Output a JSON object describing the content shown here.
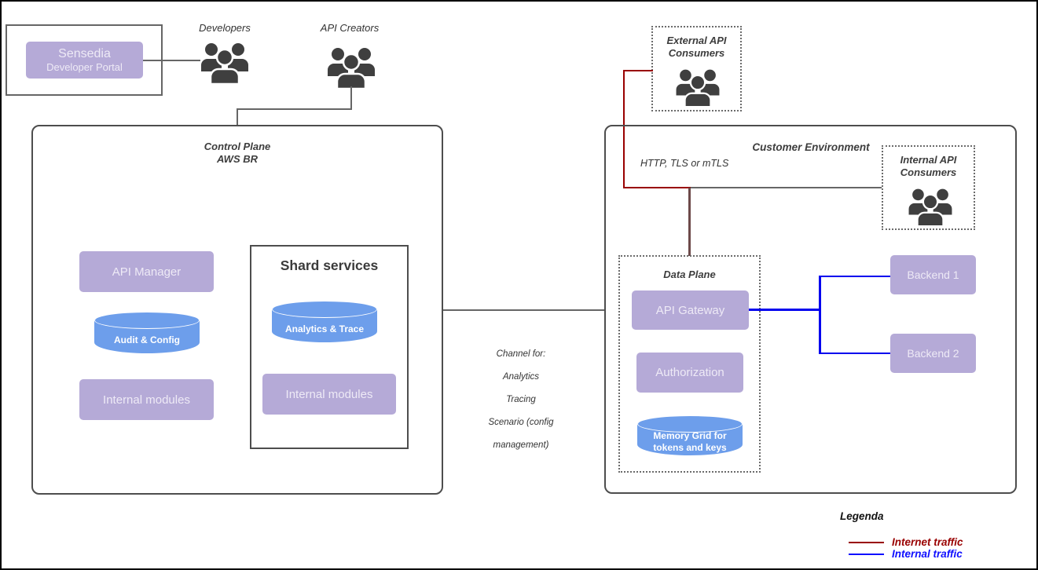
{
  "colors": {
    "box_purple": "#b5aad7",
    "cylinder_blue": "#6d9eeb",
    "internet_traffic_red": "#990000",
    "internal_traffic_blue": "#0000ee",
    "connector_gray": "#666666",
    "frame_border": "#4d4d4d"
  },
  "portal": {
    "line1": "Sensedia",
    "line2": "Developer Portal"
  },
  "actors": {
    "developers": "Developers",
    "api_creators": "API Creators"
  },
  "control_plane": {
    "title_line1": "Control Plane",
    "title_line2": "AWS BR",
    "api_manager": "API Manager",
    "audit_config": "Audit & Config",
    "internal_modules": "Internal modules",
    "shard": {
      "title": "Shard services",
      "analytics_trace": "Analytics & Trace",
      "internal_modules": "Internal modules"
    }
  },
  "channel_note": {
    "lines": [
      "Channel  for:",
      "Analytics",
      "Tracing",
      "Scenario (config",
      "management)"
    ]
  },
  "external_consumers": {
    "line1": "External API",
    "line2": "Consumers"
  },
  "customer_environment": {
    "title": "Customer Environment",
    "http_label": "HTTP, TLS or mTLS",
    "internal_consumers": {
      "line1": "Internal API",
      "line2": "Consumers"
    },
    "data_plane": {
      "title": "Data Plane",
      "api_gateway": "API Gateway",
      "authorization": "Authorization",
      "memory_grid_line1": "Memory Grid for",
      "memory_grid_line2": "tokens and keys"
    },
    "backend1": "Backend 1",
    "backend2": "Backend 2"
  },
  "legend": {
    "title": "Legenda",
    "internet_label": "Internet traffic",
    "internal_label": "Internal traffic"
  }
}
